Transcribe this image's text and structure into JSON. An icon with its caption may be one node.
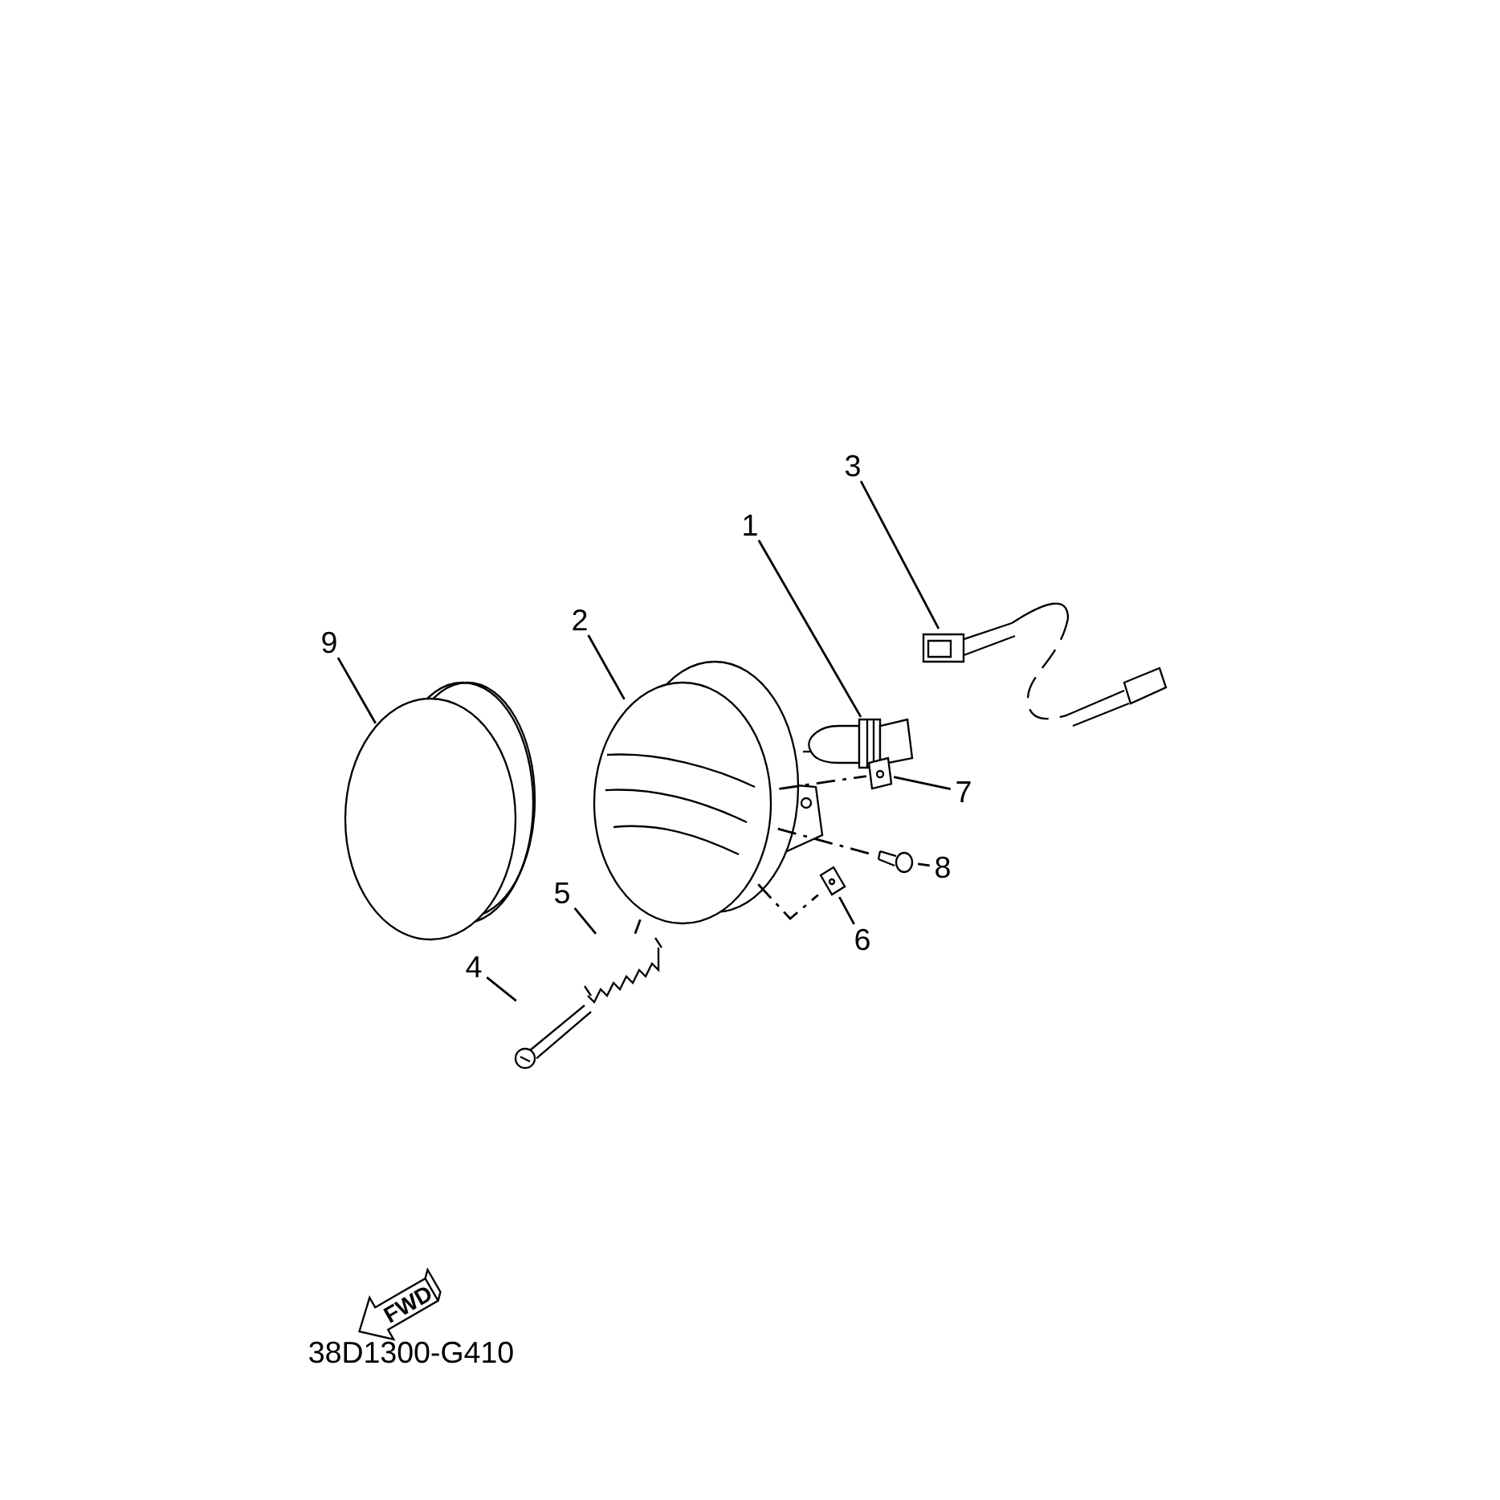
{
  "diagram": {
    "nodes": [
      {
        "text": [
          "1"
        ]
      },
      {
        "text": [
          "2"
        ]
      },
      {
        "text": [
          "3"
        ]
      },
      {
        "text": [
          "4"
        ]
      },
      {
        "text": [
          "5"
        ]
      },
      {
        "text": [
          "6"
        ]
      },
      {
        "text": [
          "7"
        ]
      },
      {
        "text": [
          "8"
        ]
      },
      {
        "text": [
          "9"
        ]
      },
      {
        "text": [],
        "shape": "picture"
      },
      {
        "text": [],
        "shape": "picture"
      },
      {
        "text": [],
        "shape": "picture"
      },
      {
        "text": [],
        "shape": "picture"
      },
      {
        "text": [],
        "shape": "picture"
      },
      {
        "text": [],
        "shape": "picture"
      },
      {
        "text": [],
        "shape": "picture"
      },
      {
        "text": [],
        "shape": "picture"
      },
      {
        "text": [],
        "shape": "picture"
      }
    ],
    "edges": [
      {
        "from": 0,
        "to": 9,
        "arrow": "none"
      },
      {
        "from": 1,
        "to": 10,
        "arrow": "none"
      },
      {
        "from": 2,
        "to": 11,
        "arrow": "none"
      },
      {
        "from": 3,
        "to": 12,
        "arrow": "none"
      },
      {
        "from": 4,
        "to": 13,
        "arrow": "none"
      },
      {
        "from": 5,
        "to": 14,
        "arrow": "none"
      },
      {
        "from": 6,
        "to": 15,
        "arrow": "none"
      },
      {
        "from": 7,
        "to": 16,
        "arrow": "none"
      },
      {
        "from": 8,
        "to": 17,
        "arrow": "none"
      },
      {
        "from": 10,
        "to": 15,
        "arrow": "none",
        "style": "dashed"
      },
      {
        "from": 10,
        "to": 16,
        "arrow": "none",
        "style": "dashed"
      },
      {
        "from": 10,
        "to": 14,
        "arrow": "none",
        "style": "dashed"
      },
      {
        "from": 10,
        "to": 13,
        "arrow": "none",
        "style": "dashed"
      }
    ],
    "labels": [
      "FWD",
      "38D1300-G410"
    ]
  }
}
